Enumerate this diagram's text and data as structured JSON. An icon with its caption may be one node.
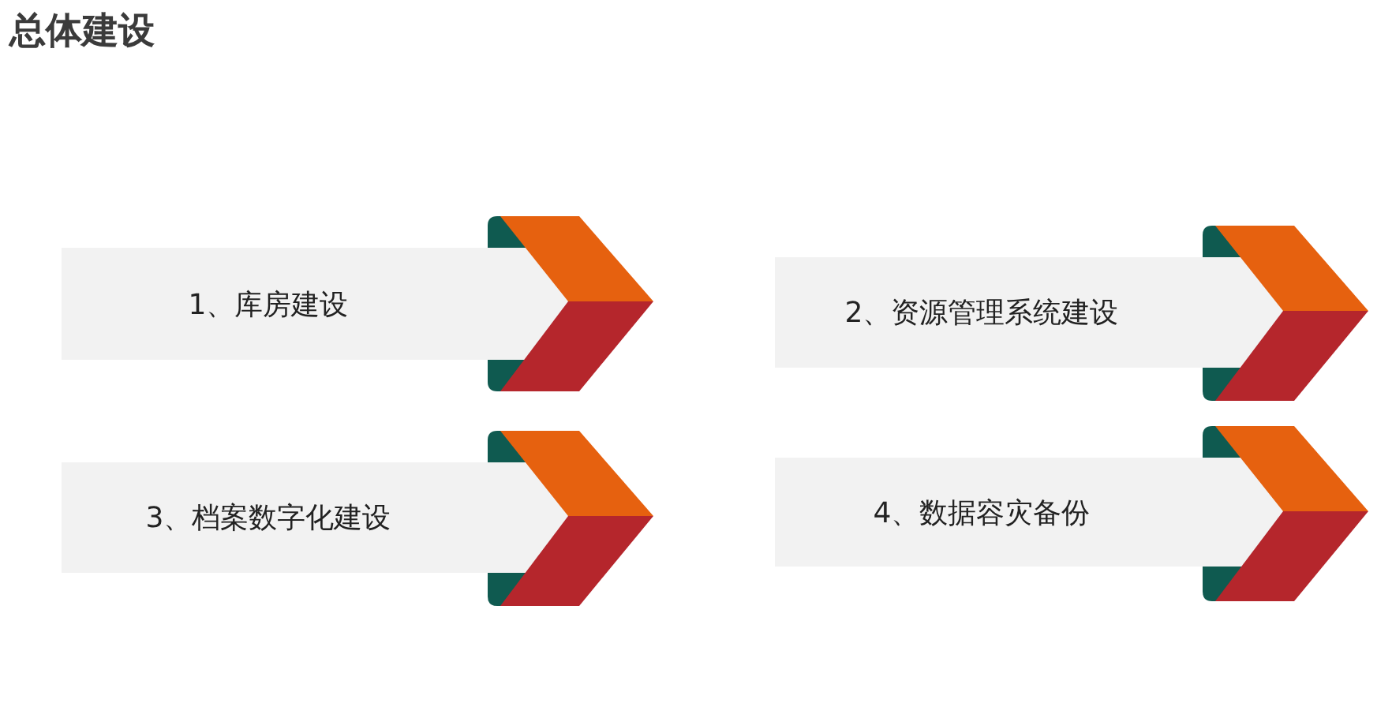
{
  "diagram": {
    "title": "总体建设",
    "nodes": [
      {
        "text": [
          "1、库房建设"
        ]
      },
      {
        "text": [
          "2、资源管理系统建设"
        ]
      },
      {
        "text": [
          "3、档案数字化建设"
        ]
      },
      {
        "text": [
          "4、数据容灾备份"
        ]
      }
    ]
  }
}
